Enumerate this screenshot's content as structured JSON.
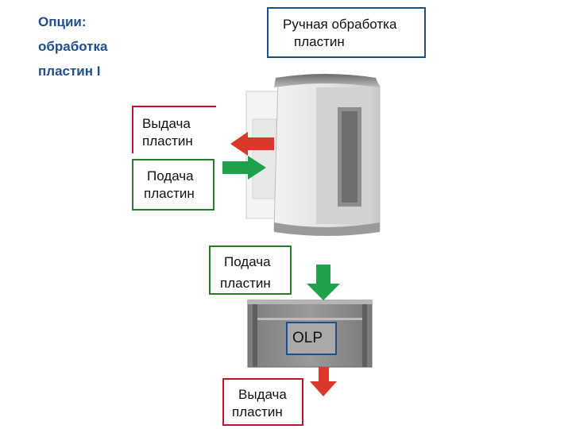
{
  "title": {
    "line1": "Опции:",
    "line2": "обработка",
    "line3": "пластин I"
  },
  "manual_box": {
    "line1": "Ручная обработка",
    "line2": "пластин"
  },
  "output_box_top": {
    "line1": "Выдача",
    "line2": "пластин"
  },
  "input_box_top": {
    "line1": "Подача",
    "line2": "пластин"
  },
  "input_box_mid": {
    "line1": "Подача",
    "line2": "пластин"
  },
  "olp_label": "OLP",
  "output_box_bottom": {
    "line1": "Выдача",
    "line2": "пластин"
  },
  "colors": {
    "title": "#1f4e8c",
    "blue_border": "#1f4e8c",
    "red_border": "#c8102e",
    "green_border": "#2a7a2a",
    "arrow_green": "#1fa04a",
    "arrow_red": "#d8392b"
  }
}
